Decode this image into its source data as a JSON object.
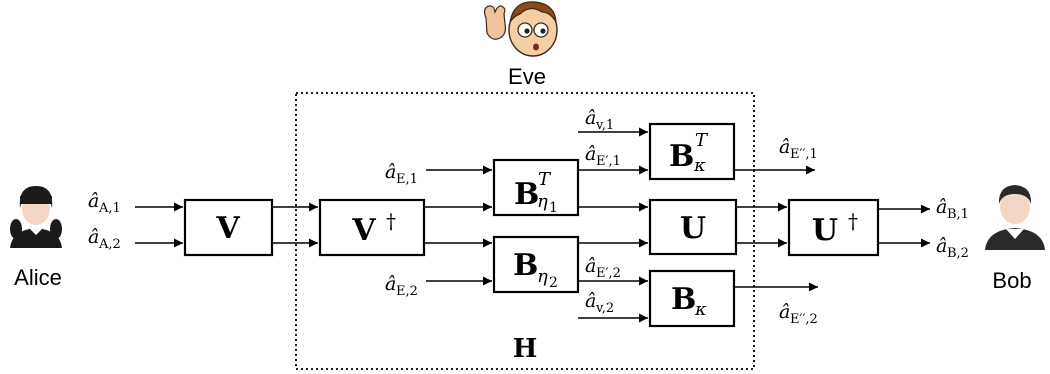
{
  "actors": {
    "alice": "Alice",
    "bob": "Bob",
    "eve": "Eve"
  },
  "box_label": "H",
  "blocks": {
    "v": {
      "main": "V"
    },
    "v_dag": {
      "main": "V",
      "sup": "†"
    },
    "b_eta1_t": {
      "main": "B",
      "sup": "T",
      "sub": "η",
      "sub2": "1"
    },
    "b_eta2": {
      "main": "B",
      "sub": "η",
      "sub2": "2"
    },
    "b_kappa_t": {
      "main": "B",
      "sup": "T",
      "sub": "κ"
    },
    "u": {
      "main": "U"
    },
    "b_kappa": {
      "main": "B",
      "sub": "κ"
    },
    "u_dag": {
      "main": "U",
      "sup": "†"
    }
  },
  "modes": {
    "a_A1": {
      "sub": "A,1"
    },
    "a_A2": {
      "sub": "A,2"
    },
    "a_E1": {
      "sub": "E,1"
    },
    "a_E2": {
      "sub": "E,2"
    },
    "a_v1": {
      "sub": "v,1"
    },
    "a_v2": {
      "sub": "v,2"
    },
    "a_Ep1": {
      "sub": "E′,1"
    },
    "a_Ep2": {
      "sub": "E′,2"
    },
    "a_Epp1": {
      "sub": "E′′,1"
    },
    "a_Epp2": {
      "sub": "E′′,2"
    },
    "a_B1": {
      "sub": "B,1"
    },
    "a_B2": {
      "sub": "B,2"
    }
  },
  "mode_symbol": "â"
}
